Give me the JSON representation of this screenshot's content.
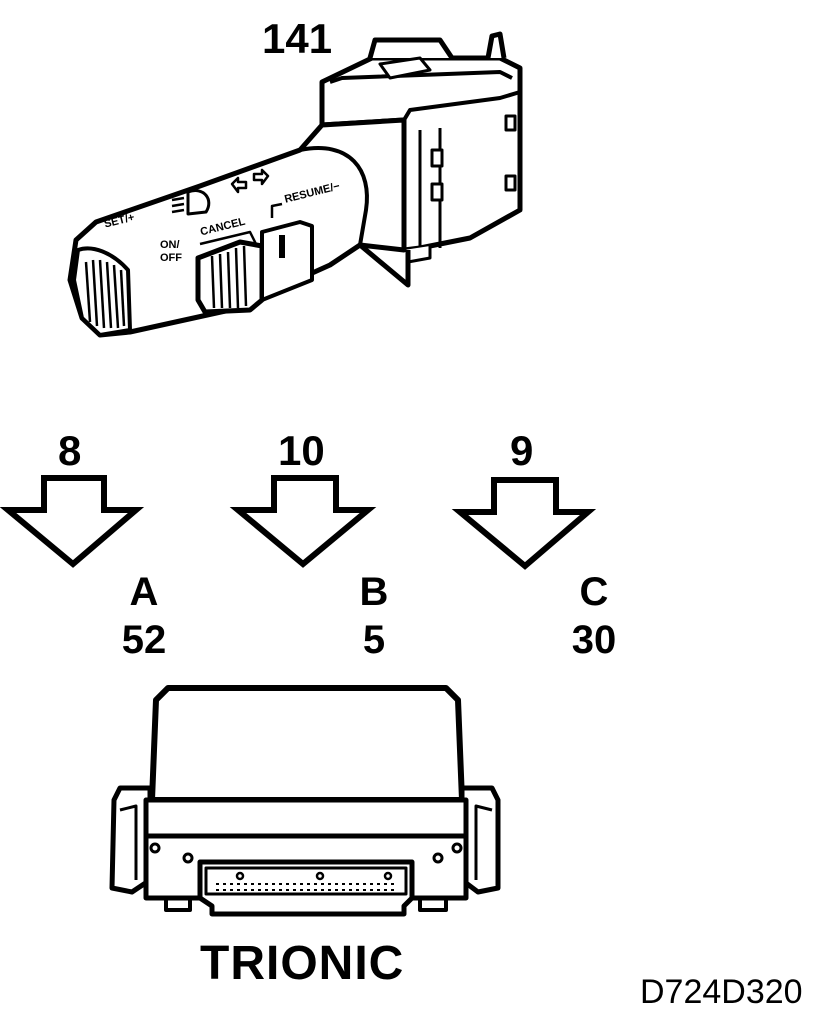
{
  "switch": {
    "number": "141",
    "labels": {
      "set": "SET/+",
      "on_off_line1": "ON/",
      "on_off_line2": "OFF",
      "cancel": "CANCEL",
      "resume": "RESUME/−"
    }
  },
  "connections": [
    {
      "wire": "8",
      "pin_letter": "A",
      "pin_number": "52"
    },
    {
      "wire": "10",
      "pin_letter": "B",
      "pin_number": "5"
    },
    {
      "wire": "9",
      "pin_letter": "C",
      "pin_number": "30"
    }
  ],
  "control_unit": {
    "name": "TRIONIC"
  },
  "figure_code": "D724D320"
}
